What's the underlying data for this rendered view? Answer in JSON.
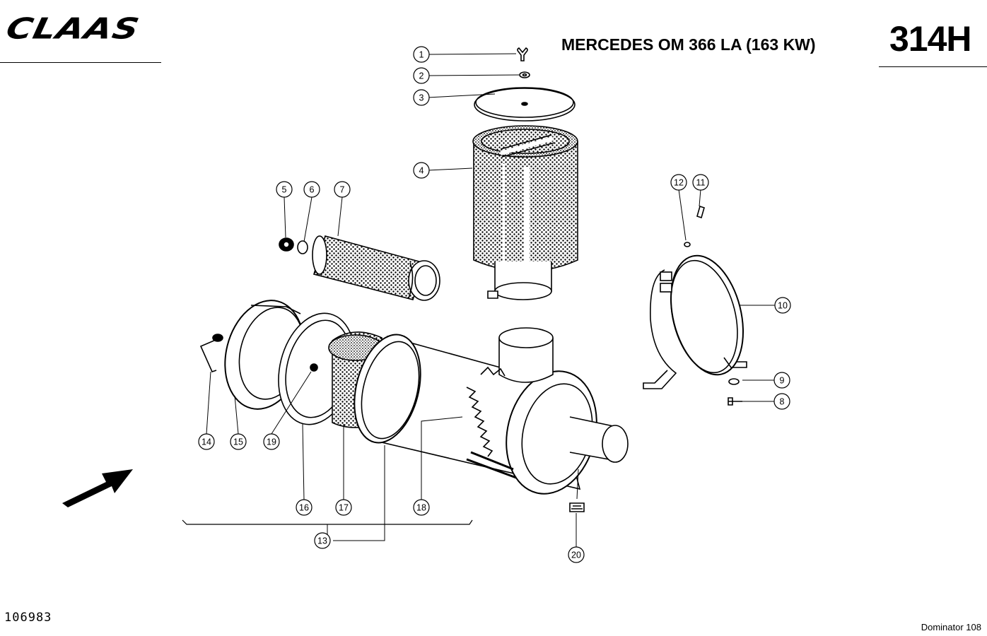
{
  "header": {
    "brand": "CLAAS",
    "model": "MERCEDES OM 366 LA (163 KW)",
    "sheet": "314H"
  },
  "footer": {
    "doc_number": "106983",
    "machine": "Dominator 108"
  },
  "callouts": [
    "1",
    "2",
    "3",
    "4",
    "5",
    "6",
    "7",
    "8",
    "9",
    "10",
    "11",
    "12",
    "13",
    "14",
    "15",
    "16",
    "17",
    "18",
    "19",
    "20"
  ]
}
